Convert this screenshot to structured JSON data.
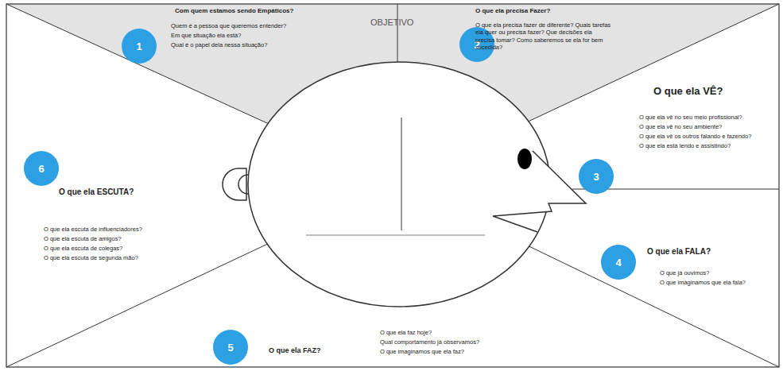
{
  "diagram": {
    "nodes": [
      {
        "text": [
          "1"
        ]
      },
      {
        "text": [
          "2"
        ]
      },
      {
        "text": [
          "3"
        ]
      },
      {
        "text": [
          "4"
        ]
      },
      {
        "text": [
          "5"
        ]
      },
      {
        "text": [
          "6"
        ]
      }
    ],
    "labels": [
      "OBJETIVO",
      "Com quem estamos sendo Empáticos?",
      "Quem é a pessoa que queremos entender?",
      "Em que situação ela está?",
      "Qual é o papel dela nessa situação?",
      "O que ela precisa Fazer?",
      "O que ela precisa fazer de diferente? Quais tarefas ela quer ou precisa fazer? Que decisões ela precisa tomar? Como saberemos se ela for bem sucedida?",
      "O que ela VÊ?",
      "O que ela vê no seu meio profissional?",
      "O que ela vê no seu ambiente?",
      "O que ela vê os outros falando e fazendo?",
      "O que ela está lendo e assistindo?",
      "O que ela FALA?",
      "O que já ouvimos?",
      "O que imaginamos que ela fala?",
      "O que ela FAZ?",
      "O que ela faz hoje?",
      "Qual comportamento já observamos?",
      "O que imaginamos que ela faz?",
      "O que ela ESCUTA?",
      "O que ela escuta de influenciadores?",
      "O que ela escuta de amigos?",
      "O que ela escuta de colegas?",
      "O que ela escuta de segunda mão?"
    ]
  }
}
